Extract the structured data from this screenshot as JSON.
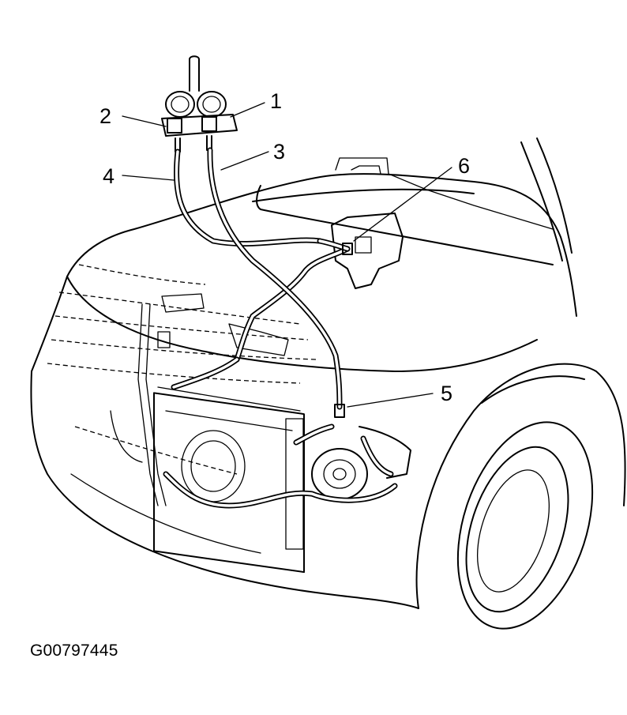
{
  "callouts": [
    {
      "id": "1",
      "label": "1"
    },
    {
      "id": "2",
      "label": "2"
    },
    {
      "id": "3",
      "label": "3"
    },
    {
      "id": "4",
      "label": "4"
    },
    {
      "id": "5",
      "label": "5"
    },
    {
      "id": "6",
      "label": "6"
    }
  ],
  "figure_code": "G00797445"
}
